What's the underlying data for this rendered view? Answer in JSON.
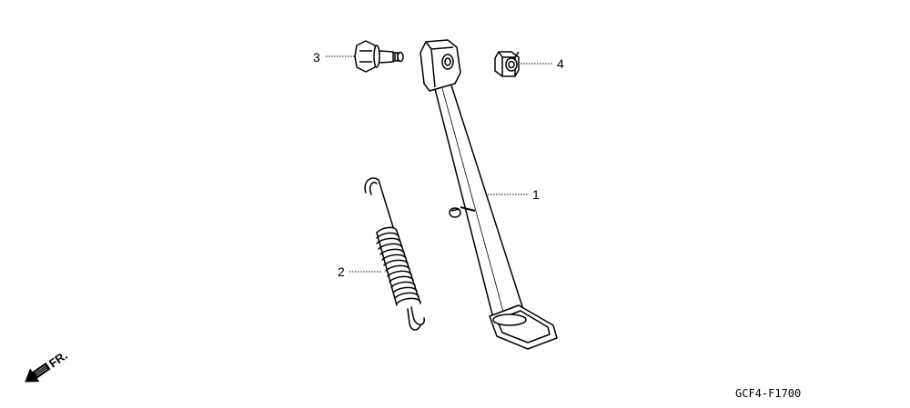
{
  "callouts": {
    "part1": "1",
    "part2": "2",
    "part3": "3",
    "part4": "4"
  },
  "direction_label": "FR.",
  "diagram_code": "GCF4-F1700",
  "colors": {
    "ink": "#000000",
    "background": "#ffffff"
  }
}
